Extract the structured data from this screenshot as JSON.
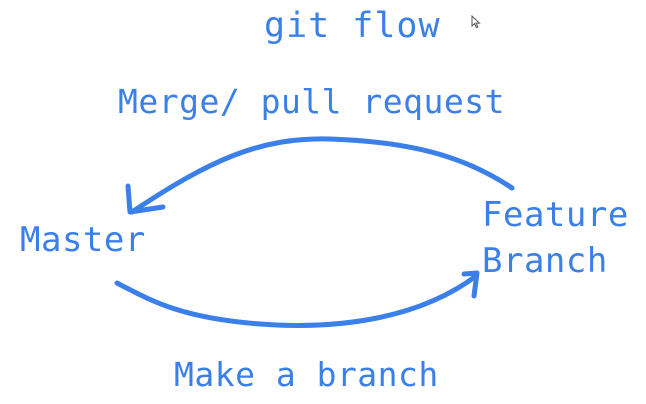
{
  "title": "git flow",
  "merge_label": "Merge/ pull request",
  "master_label": "Master",
  "feature_label_line1": "Feature",
  "feature_label_line2": "Branch",
  "branch_label": "Make a branch",
  "colors": {
    "ink": "#3b7fe8",
    "background": "#ffffff"
  },
  "icons": {
    "cursor": "mouse-pointer-icon"
  }
}
